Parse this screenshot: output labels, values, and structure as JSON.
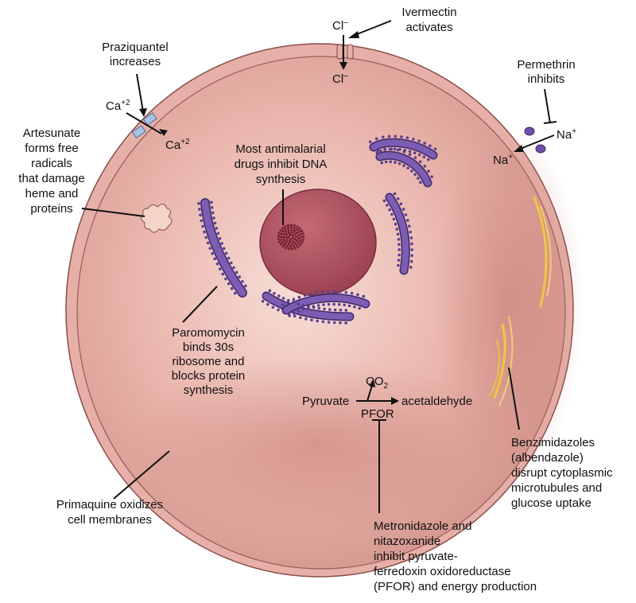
{
  "labels": {
    "ivermectin": [
      "Ivermectin",
      "activates"
    ],
    "chloride_out": {
      "base": "Cl",
      "sup": "–"
    },
    "chloride_in": {
      "base": "Cl",
      "sup": "–"
    },
    "praziquantel": [
      "Praziquantel",
      "increases"
    ],
    "calcium_out": {
      "base": "Ca",
      "sup": "+2"
    },
    "calcium_in": {
      "base": "Ca",
      "sup": "+2"
    },
    "permethrin": [
      "Permethrin",
      "inhibits"
    ],
    "sodium_out": {
      "base": "Na",
      "sup": "+"
    },
    "sodium_in": {
      "base": "Na",
      "sup": "+"
    },
    "artesunate": [
      "Artesunate",
      "forms free",
      "radicals",
      "that damage",
      "heme and",
      "proteins"
    ],
    "antimalarial": [
      "Most antimalarial",
      "drugs inhibit DNA",
      "synthesis"
    ],
    "paromomycin": [
      "Paromomycin",
      "binds 30s",
      "ribosome and",
      "blocks protein",
      "synthesis"
    ],
    "co2": {
      "base": "CO",
      "sub": "2"
    },
    "pyruvate": "Pyruvate",
    "acetaldehyde": "acetaldehyde",
    "pfor": "PFOR",
    "benzimidazoles": [
      "Benzimidazoles",
      "(albendazole)",
      "disrupt cytoplasmic",
      "microtubules and",
      "glucose uptake"
    ],
    "primaquine": [
      "Primaquine oxidizes",
      "cell membranes"
    ],
    "metronidazole": [
      "Metronidazole and",
      "nitazoxanide",
      "inhibit pyruvate-",
      "ferredoxin oxidoreductase",
      "(PFOR) and energy production"
    ]
  },
  "colors": {
    "membrane": "#c97f7a",
    "cytoplasm_light": "#f3d3cc",
    "cytoplasm_dark": "#cf8d85",
    "nucleus": "#a84a58",
    "organelle": "#6e4fa6",
    "ribosome": "#5b3f93",
    "channel_blue": "#a9c3e6",
    "channel_purple": "#6e4fa6",
    "microtubule": "#f2cc36",
    "nucleolus_dots": "#7a2230"
  }
}
